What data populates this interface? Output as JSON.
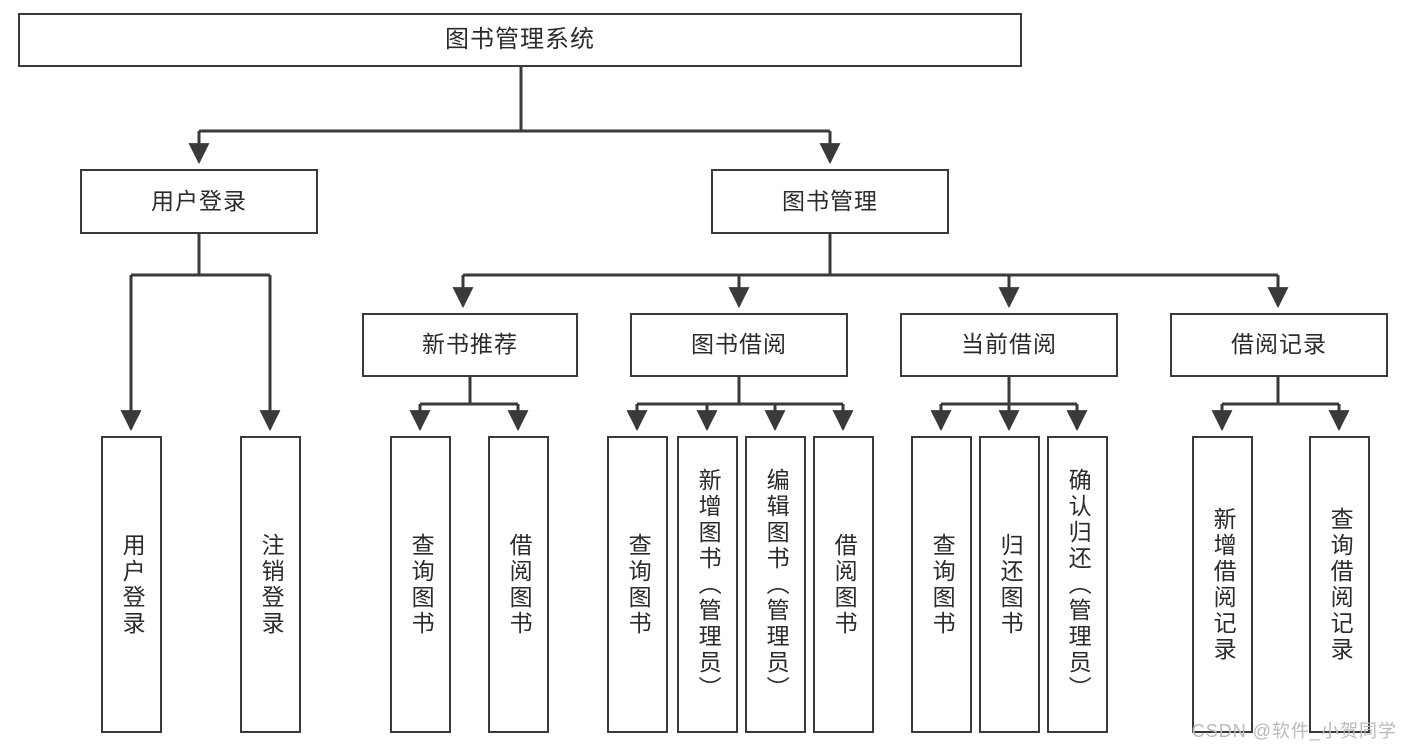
{
  "diagram": {
    "title": "图书管理系统",
    "type": "tree-hierarchy-diagram",
    "watermark": "CSDN @软件_小贺同学",
    "colors": {
      "box_border": "#3a3a3a",
      "box_fill": "#ffffff",
      "edge": "#3a3a3a",
      "text": "#2b2b2b",
      "watermark": "#b9b9b9",
      "background": "#ffffff"
    },
    "root": {
      "label": "图书管理系统"
    },
    "level2": [
      {
        "label": "用户登录"
      },
      {
        "label": "图书管理"
      }
    ],
    "level3": [
      {
        "label": "新书推荐"
      },
      {
        "label": "图书借阅"
      },
      {
        "label": "当前借阅"
      },
      {
        "label": "借阅记录"
      }
    ],
    "leaves": {
      "user_login": [
        {
          "label": "用户登录"
        },
        {
          "label": "注销登录"
        }
      ],
      "new_book_recommend": [
        {
          "label": "查询图书"
        },
        {
          "label": "借阅图书"
        }
      ],
      "book_borrow": [
        {
          "label": "查询图书"
        },
        {
          "label": "新增图书（管理员）"
        },
        {
          "label": "编辑图书（管理员）"
        },
        {
          "label": "借阅图书"
        }
      ],
      "current_borrow": [
        {
          "label": "查询图书"
        },
        {
          "label": "归还图书"
        },
        {
          "label": "确认归还（管理员）"
        }
      ],
      "borrow_record": [
        {
          "label": "新增借阅记录"
        },
        {
          "label": "查询借阅记录"
        }
      ]
    }
  }
}
